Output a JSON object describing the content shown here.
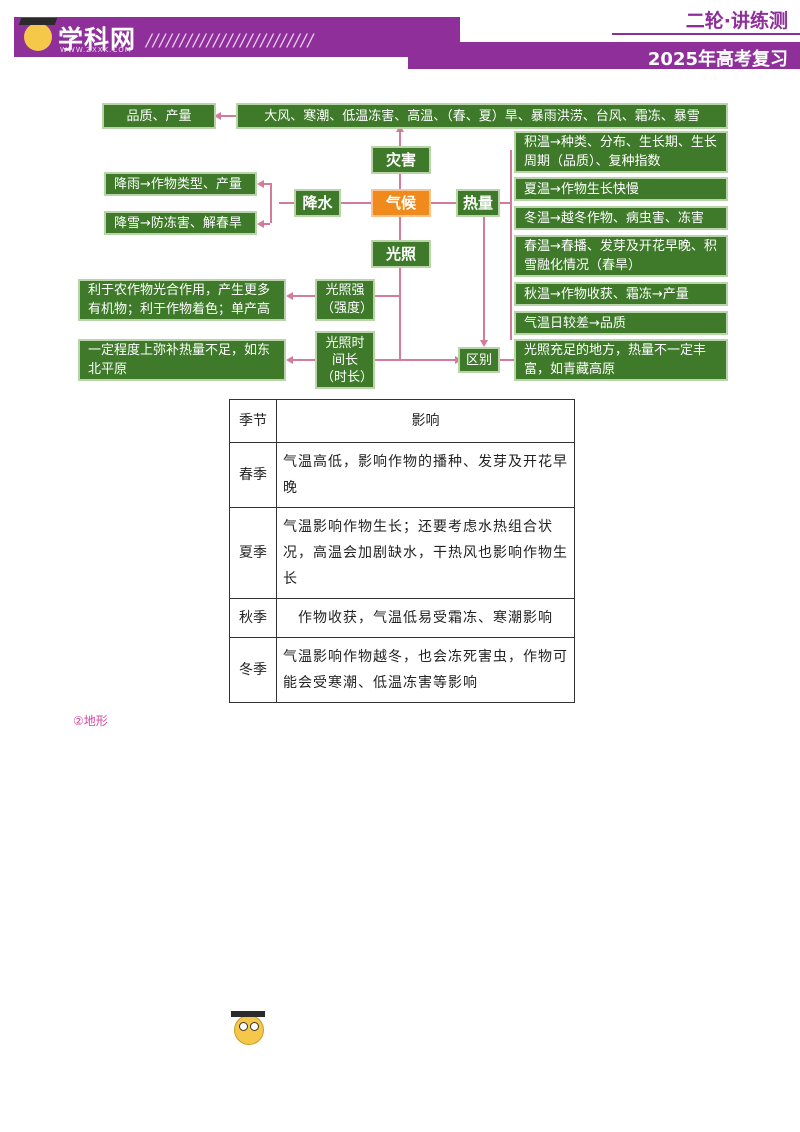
{
  "header": {
    "logo_text": "学科网",
    "logo_url": "WWW.ZXXK.COM",
    "stripes": "/////////////////////////",
    "title_top": "二轮·讲练测",
    "title_bottom": "2025年高考复习"
  },
  "diagram": {
    "disaster_effect": "品质、产量",
    "disaster_list": "大风、寒潮、低温冻害、高温、（春、夏）旱、暴雨洪涝、台风、霜冻、暴雪",
    "disaster": "灾害",
    "climate": "气候",
    "precipitation": "降水",
    "rain": "降雨→作物类型、产量",
    "snow": "降雪→防冻害、解春旱",
    "sunlight": "光照",
    "light_strength": "光照强\n（强度）",
    "light_strength_effect": "利于农作物光合作用，产生更多有机物；利于作物着色；单产高",
    "light_duration": "光照时\n间长\n（时长）",
    "light_duration_effect": "一定程度上弥补热量不足，如东北平原",
    "heat": "热量",
    "difference": "区别",
    "difference_effect": "光照充足的地方，热量不一定丰富，如青藏高原",
    "heat_items": [
      "积温→种类、分布、生长期、生长周期（品质）、复种指数",
      "夏温→作物生长快慢",
      "冬温→越冬作物、病虫害、冻害",
      "春温→春播、发芽及开花早晚、积雪融化情况（春旱）",
      "秋温→作物收获、霜冻→产量",
      "气温日较差→品质"
    ]
  },
  "table": {
    "headers": [
      "季节",
      "影响"
    ],
    "rows": [
      {
        "season": "春季",
        "effect": "气温高低，影响作物的播种、发芽及开花早晚"
      },
      {
        "season": "夏季",
        "effect": "气温影响作物生长；还要考虑水热组合状况，高温会加剧缺水，干热风也影响作物生长"
      },
      {
        "season": "秋季",
        "effect": "作物收获，气温低易受霜冻、寒潮影响"
      },
      {
        "season": "冬季",
        "effect": "气温影响作物越冬，也会冻死害虫，作物可能会受寒潮、低温冻害等影响"
      }
    ]
  },
  "subheading": "②地形"
}
